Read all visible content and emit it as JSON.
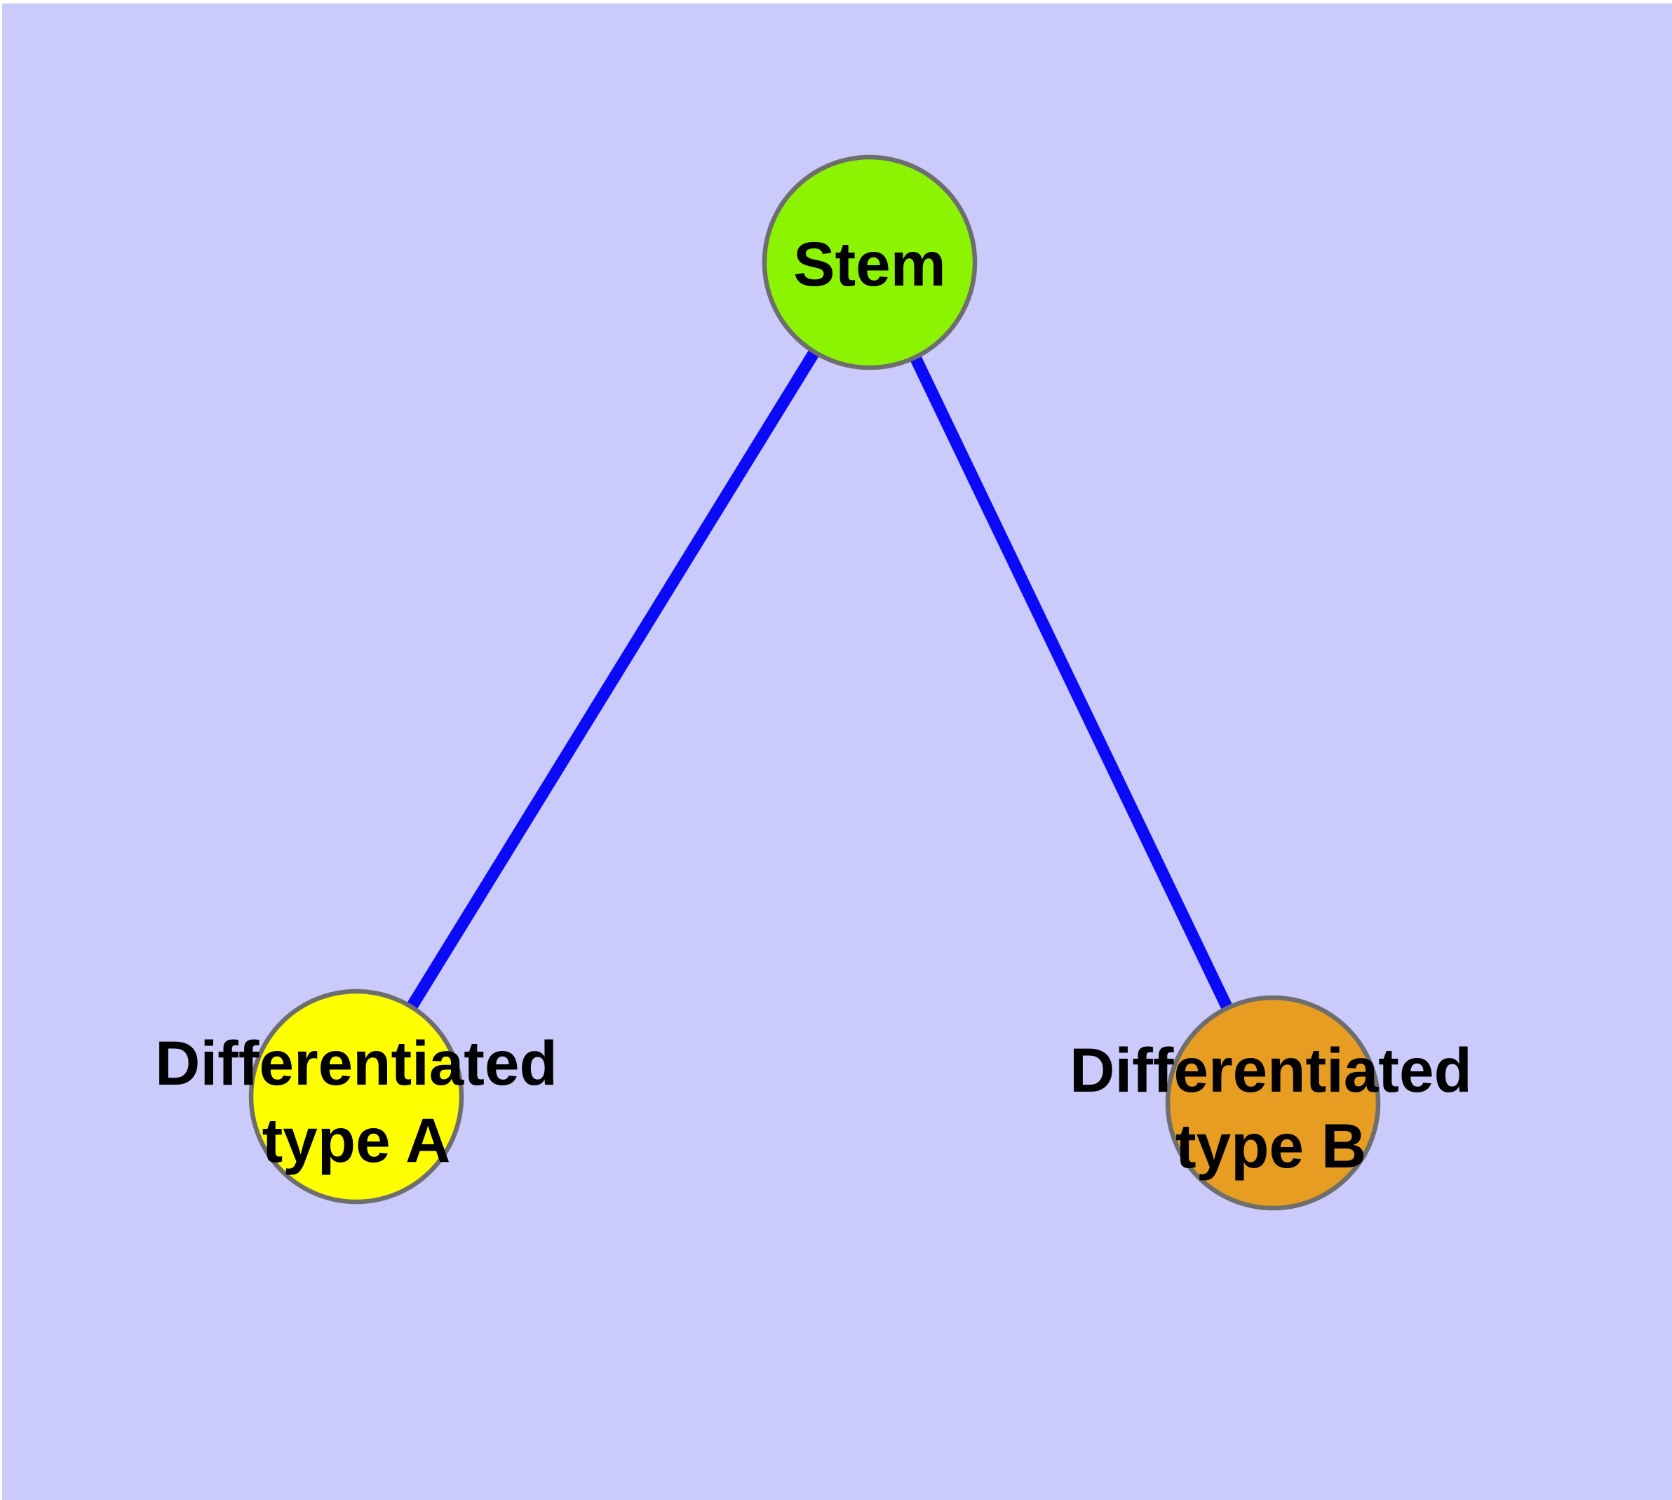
{
  "background": {
    "canvas_color": "#cacafb",
    "margin_color": "#ffffff"
  },
  "edge_style": {
    "color": "#0a0af8"
  },
  "node_style": {
    "border_color": "#6e6e6e",
    "label_color": "#000000"
  },
  "nodes": {
    "stem": {
      "label": "Stem",
      "fill_color": "#8cf400"
    },
    "diff_a": {
      "label_line1": "Differentiated",
      "label_line2": "type A",
      "fill_color": "#ffff00"
    },
    "diff_b": {
      "label_line1": "Differentiated",
      "label_line2": "type B",
      "fill_color": "#e79c22"
    }
  },
  "edges": [
    {
      "from": "stem",
      "to": "diff_a"
    },
    {
      "from": "stem",
      "to": "diff_b"
    }
  ]
}
